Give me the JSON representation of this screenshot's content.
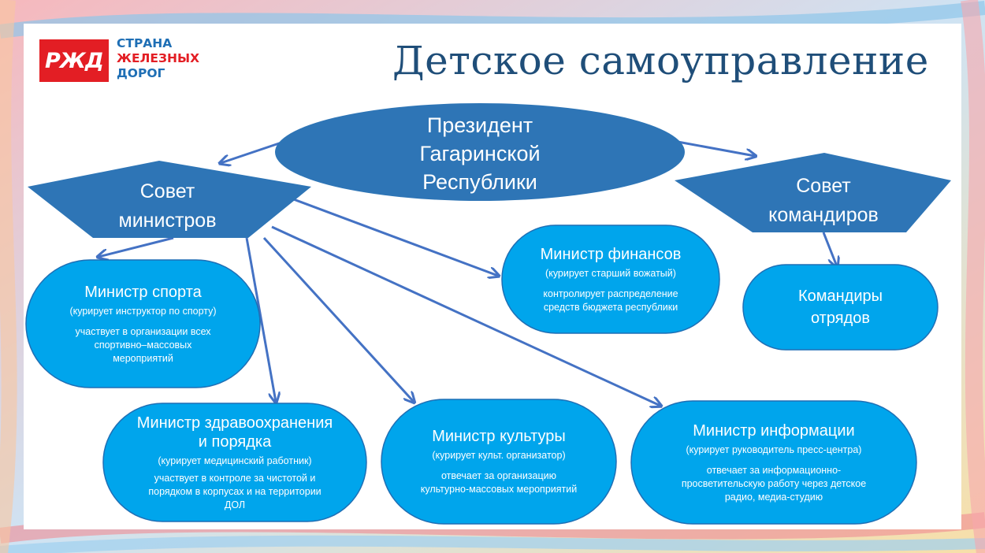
{
  "logo": {
    "mark": "РЖД",
    "lines": [
      "СТРАНА",
      "ЖЕЛЕЗНЫХ",
      "ДОРОГ"
    ]
  },
  "title": "Детское самоуправление",
  "colors": {
    "dark_blue": "#2e75b6",
    "light_blue": "#00a5ec",
    "border_blue": "#1f6fb5",
    "arrow": "#4472c4",
    "title": "#1f4e79",
    "brand_red": "#e31e24"
  },
  "nodes": {
    "president": {
      "lines": [
        "Президент",
        "Гагаринской",
        "Республики"
      ]
    },
    "council_ministers": {
      "lines": [
        "Совет",
        "министров"
      ]
    },
    "council_commanders": {
      "lines": [
        "Совет",
        "командиров"
      ]
    },
    "min_sport": {
      "heading": [
        "Министр спорта"
      ],
      "sub": "(курирует инструктор по спорту)",
      "desc": [
        "участвует в организации всех",
        "спортивно–массовых",
        "мероприятий"
      ]
    },
    "min_finance": {
      "heading": [
        "Министр финансов"
      ],
      "sub": "(курирует старший вожатый)",
      "desc": [
        "контролирует распределение",
        "средств бюджета республики"
      ]
    },
    "commanders": {
      "heading": [
        "Командиры",
        "отрядов"
      ]
    },
    "min_health": {
      "heading": [
        "Министр здравоохранения",
        "и порядка"
      ],
      "sub": "(курирует медицинский работник)",
      "desc": [
        "участвует в контроле за чистотой и",
        "порядком в корпусах и на территории",
        "ДОЛ"
      ]
    },
    "min_culture": {
      "heading": [
        "Министр культуры"
      ],
      "sub": "(курирует культ. организатор)",
      "desc": [
        "отвечает за организацию",
        "культурно-массовых мероприятий"
      ]
    },
    "min_info": {
      "heading": [
        "Министр информации"
      ],
      "sub": "(курирует руководитель пресс-центра)",
      "desc": [
        "отвечает за информационно-",
        "просветительскую работу через  детское",
        "радио, медиа-студию"
      ]
    }
  }
}
